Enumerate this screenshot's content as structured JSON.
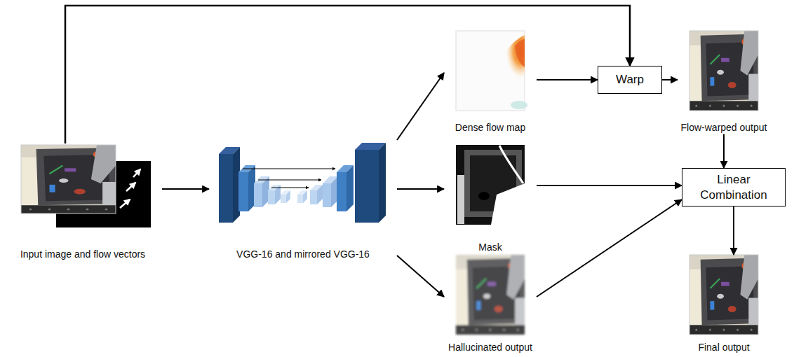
{
  "diagram": {
    "nodes": [
      {
        "text": [
          "Input image and flow vectors"
        ]
      },
      {
        "text": [
          "VGG-16 and mirrored VGG-16"
        ]
      },
      {
        "text": [
          "Dense flow map"
        ]
      },
      {
        "text": [
          "Mask"
        ]
      },
      {
        "text": [
          "Hallucinated output"
        ]
      },
      {
        "text": [
          "Warp"
        ]
      },
      {
        "text": [
          "Flow-warped output"
        ]
      },
      {
        "text": [
          "Linear Combination"
        ]
      },
      {
        "text": [
          "Final output"
        ]
      }
    ],
    "edges": [
      {
        "from": 0,
        "to": 1,
        "arrow": "to"
      },
      {
        "from": 0,
        "to": 5,
        "arrow": "to"
      },
      {
        "from": 1,
        "to": 2,
        "arrow": "to"
      },
      {
        "from": 1,
        "to": 3,
        "arrow": "to"
      },
      {
        "from": 1,
        "to": 4,
        "arrow": "to"
      },
      {
        "from": 2,
        "to": 5,
        "arrow": "to"
      },
      {
        "from": 5,
        "to": 6,
        "arrow": "to"
      },
      {
        "from": 6,
        "to": 7,
        "arrow": "to"
      },
      {
        "from": 3,
        "to": 7,
        "arrow": "to"
      },
      {
        "from": 4,
        "to": 7,
        "arrow": "to"
      },
      {
        "from": 7,
        "to": 8,
        "arrow": "to"
      }
    ]
  }
}
